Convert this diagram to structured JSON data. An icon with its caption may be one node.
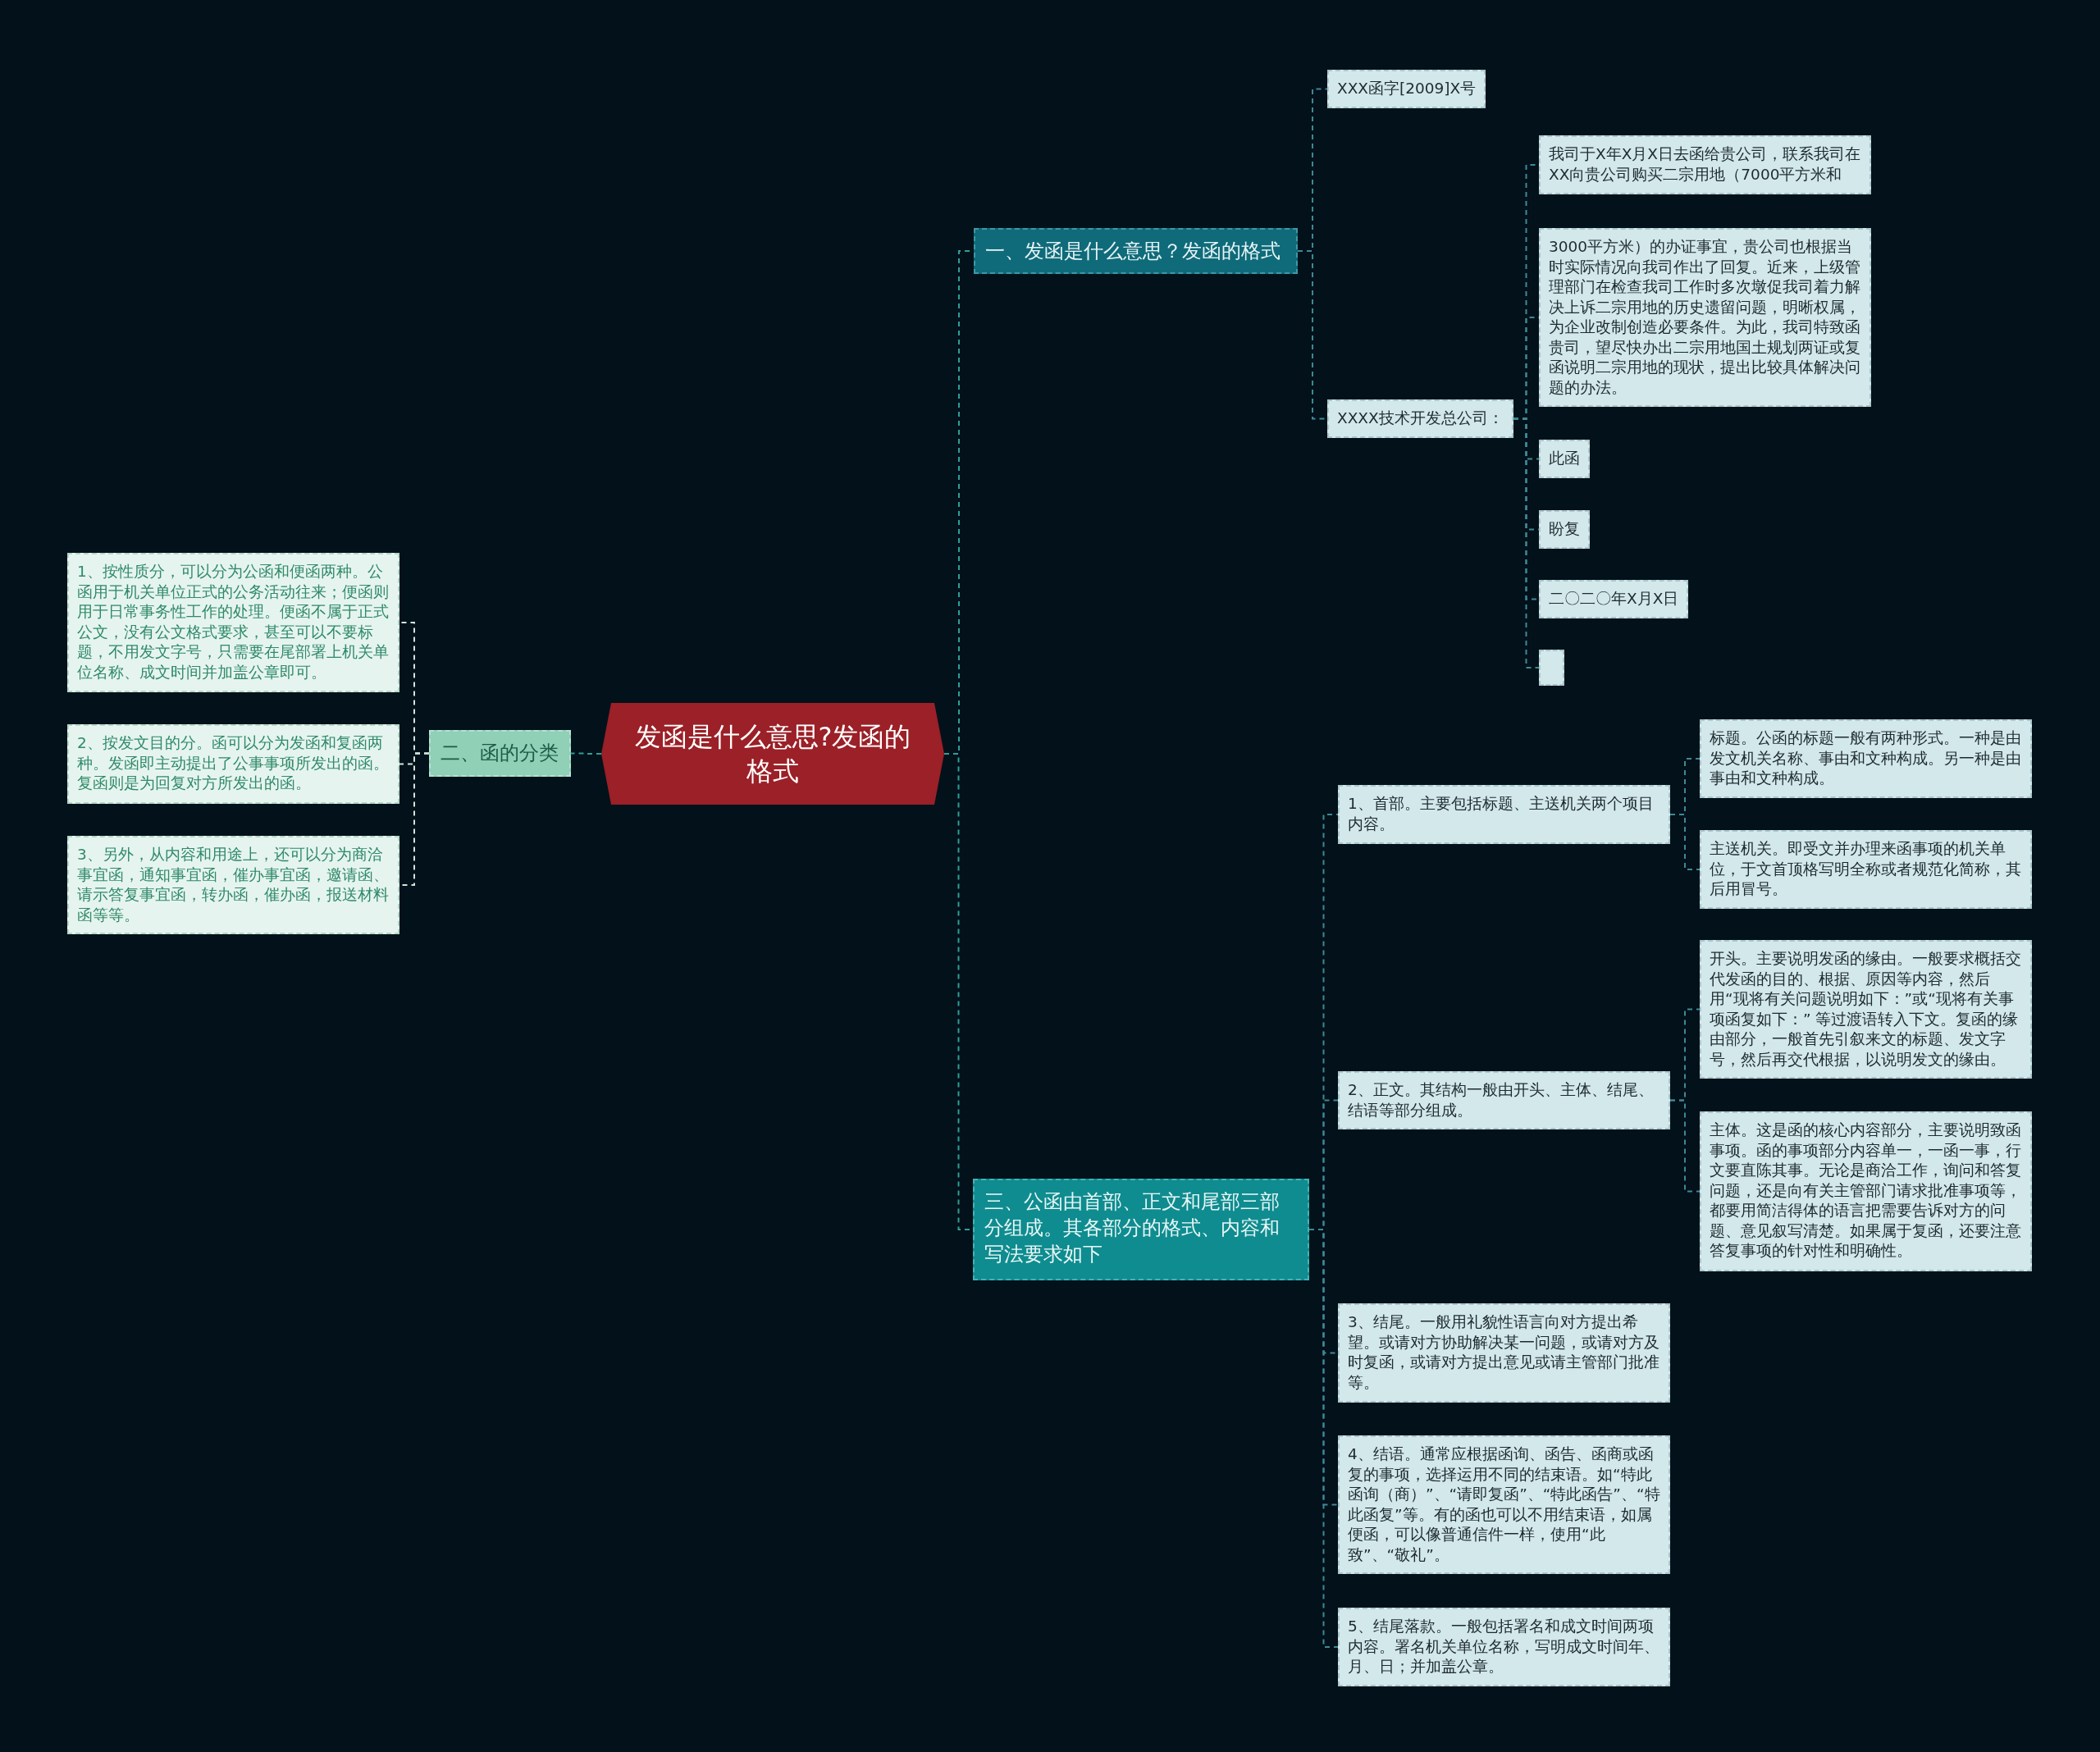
{
  "diagram": {
    "nodes": [
      {
        "text": [
          "发函是什么意思?发函的格式"
        ]
      },
      {
        "text": [
          "一、发函是什么意思？发函的格式"
        ]
      },
      {
        "text": [
          "XXX函字[2009]X号"
        ]
      },
      {
        "text": [
          "XXXX技术开发总公司："
        ]
      },
      {
        "text": [
          "我司于X年X月X日去函给贵公司，联系我司在XX向贵公司购买二宗用地（7000平方米和"
        ]
      },
      {
        "text": [
          "3000平方米）的办证事宜，贵公司也根据当时实际情况向我司作出了回复。近来，上级管理部门在检查我司工作时多次墩促我司着力解决上诉二宗用地的历史遗留问题，明晰权属，为企业改制创造必要条件。为此，我司特致函贵司，望尽快办出二宗用地国土规划两证或复函说明二宗用地的现状，提出比较具体解决问题的办法。"
        ]
      },
      {
        "text": [
          "此函"
        ]
      },
      {
        "text": [
          "盼复"
        ]
      },
      {
        "text": [
          "二〇二〇年X月X日"
        ]
      },
      {
        "text": [],
        "shape": "box"
      },
      {
        "text": [
          "二、函的分类"
        ]
      },
      {
        "text": [
          "1、按性质分，可以分为公函和便函两种。公函用于机关单位正式的公务活动往来；便函则用于日常事务性工作的处理。便函不属于正式公文，没有公文格式要求，甚至可以不要标题，不用发文字号，只需要在尾部署上机关单位名称、成文时间并加盖公章即可。"
        ]
      },
      {
        "text": [
          "2、按发文目的分。函可以分为发函和复函两种。发函即主动提出了公事事项所发出的函。复函则是为回复对方所发出的函。"
        ]
      },
      {
        "text": [
          "3、另外，从内容和用途上，还可以分为商洽事宜函，通知事宜函，催办事宜函，邀请函、请示答复事宜函，转办函，催办函，报送材料函等等。"
        ]
      },
      {
        "text": [
          "三、公函由首部、正文和尾部三部分组成。其各部分的格式、内容和写法要求如下"
        ]
      },
      {
        "text": [
          "1、首部。主要包括标题、主送机关两个项目内容。"
        ]
      },
      {
        "text": [
          "标题。公函的标题一般有两种形式。一种是由发文机关名称、事由和文种构成。另一种是由事由和文种构成。"
        ]
      },
      {
        "text": [
          "主送机关。即受文并办理来函事项的机关单位，于文首顶格写明全称或者规范化简称，其后用冒号。"
        ]
      },
      {
        "text": [
          "2、正文。其结构一般由开头、主体、结尾、结语等部分组成。"
        ]
      },
      {
        "text": [
          "开头。主要说明发函的缘由。一般要求概括交代发函的目的、根据、原因等内容，然后用“现将有关问题说明如下：”或“现将有关事项函复如下：” 等过渡语转入下文。复函的缘由部分，一般首先引叙来文的标题、发文字号，然后再交代根据，以说明发文的缘由。"
        ]
      },
      {
        "text": [
          "主体。这是函的核心内容部分，主要说明致函事项。函的事项部分内容单一，一函一事，行文要直陈其事。无论是商洽工作，询问和答复问题，还是向有关主管部门请求批准事项等，都要用简洁得体的语言把需要告诉对方的问题、意见叙写清楚。如果属于复函，还要注意答复事项的针对性和明确性。"
        ]
      },
      {
        "text": [
          "3、结尾。一般用礼貌性语言向对方提出希望。或请对方协助解决某一问题，或请对方及时复函，或请对方提出意见或请主管部门批准等。"
        ]
      },
      {
        "text": [
          "4、结语。通常应根据函询、函告、函商或函复的事项，选择运用不同的结束语。如“特此函询（商）”、“请即复函”、“特此函告”、“特此函复”等。有的函也可以不用结束语，如属便函，可以像普通信件一样，使用“此致”、“敬礼”。"
        ]
      },
      {
        "text": [
          "5、结尾落款。一般包括署名和成文时间两项内容。署名机关单位名称，写明成文时间年、月、日；并加盖公章。"
        ]
      }
    ],
    "edges": [
      {
        "from": 0,
        "to": 1,
        "arrow": "none"
      },
      {
        "from": 1,
        "to": 2,
        "arrow": "none"
      },
      {
        "from": 1,
        "to": 3,
        "arrow": "none"
      },
      {
        "from": 3,
        "to": 4,
        "arrow": "none"
      },
      {
        "from": 3,
        "to": 5,
        "arrow": "none"
      },
      {
        "from": 3,
        "to": 6,
        "arrow": "none"
      },
      {
        "from": 3,
        "to": 7,
        "arrow": "none"
      },
      {
        "from": 3,
        "to": 8,
        "arrow": "none"
      },
      {
        "from": 3,
        "to": 9,
        "arrow": "none"
      },
      {
        "from": 0,
        "to": 10,
        "arrow": "none"
      },
      {
        "from": 10,
        "to": 11,
        "arrow": "none",
        "color": "#cfe6dc"
      },
      {
        "from": 10,
        "to": 12,
        "arrow": "none",
        "color": "#cfe6dc"
      },
      {
        "from": 10,
        "to": 13,
        "arrow": "none",
        "color": "#cfe6dc"
      },
      {
        "from": 0,
        "to": 14,
        "arrow": "none"
      },
      {
        "from": 14,
        "to": 15,
        "arrow": "none"
      },
      {
        "from": 15,
        "to": 16,
        "arrow": "none"
      },
      {
        "from": 15,
        "to": 17,
        "arrow": "none"
      },
      {
        "from": 14,
        "to": 18,
        "arrow": "none"
      },
      {
        "from": 18,
        "to": 19,
        "arrow": "none"
      },
      {
        "from": 18,
        "to": 20,
        "arrow": "none"
      },
      {
        "from": 14,
        "to": 21,
        "arrow": "none"
      },
      {
        "from": 14,
        "to": 22,
        "arrow": "none"
      },
      {
        "from": 14,
        "to": 23,
        "arrow": "none"
      }
    ]
  }
}
